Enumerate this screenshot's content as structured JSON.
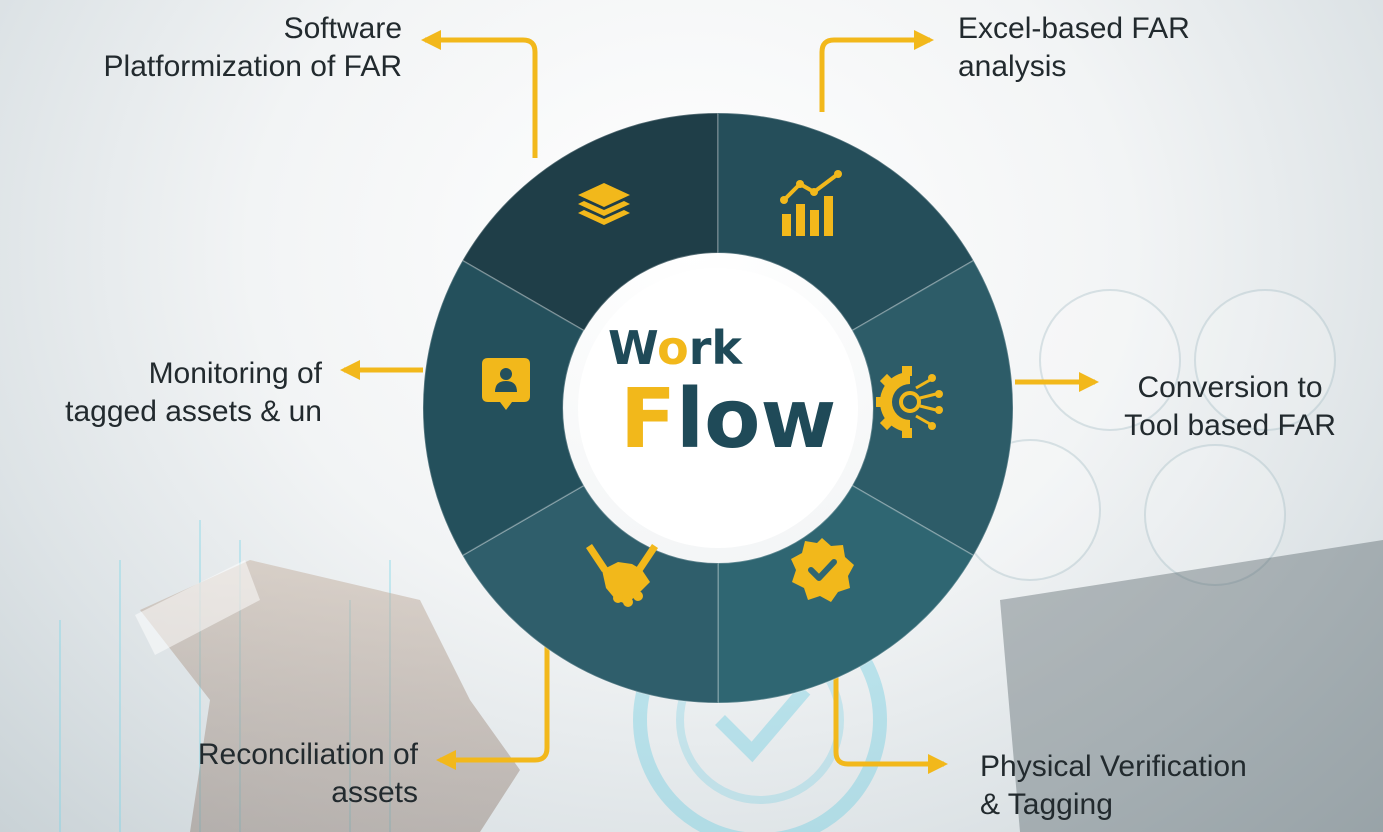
{
  "center": {
    "line1": [
      {
        "text": "W",
        "color": "#1f4a58"
      },
      {
        "text": "o",
        "color": "#f2b81b"
      },
      {
        "text": "rk",
        "color": "#1f4a58"
      }
    ],
    "line2": [
      {
        "text": "F",
        "color": "#f2b81b"
      },
      {
        "text": "low",
        "color": "#1f4a58"
      }
    ]
  },
  "steps": [
    {
      "id": "software",
      "lines": [
        "Software",
        "Platformization of FAR"
      ],
      "icon": "layers-icon"
    },
    {
      "id": "excel",
      "lines": [
        "Excel-based FAR",
        "analysis"
      ],
      "icon": "bar-chart-trend-icon"
    },
    {
      "id": "conversion",
      "lines": [
        "Conversion to",
        "Tool based FAR"
      ],
      "icon": "gear-circuit-icon"
    },
    {
      "id": "physical",
      "lines": [
        "Physical Verification",
        "& Tagging"
      ],
      "icon": "verified-badge-icon"
    },
    {
      "id": "reconciliation",
      "lines": [
        "Reconciliation of",
        "assets"
      ],
      "icon": "handshake-icon"
    },
    {
      "id": "monitoring",
      "lines": [
        "Monitoring of",
        "tagged assets & un"
      ],
      "icon": "user-badge-icon"
    }
  ],
  "colors": {
    "accent": "#f2b81b",
    "segments": [
      "#1f3e48",
      "#254e5a",
      "#2d5c68",
      "#2f6672",
      "#2f5e6b",
      "#24505c"
    ],
    "text": "#222a2e"
  }
}
